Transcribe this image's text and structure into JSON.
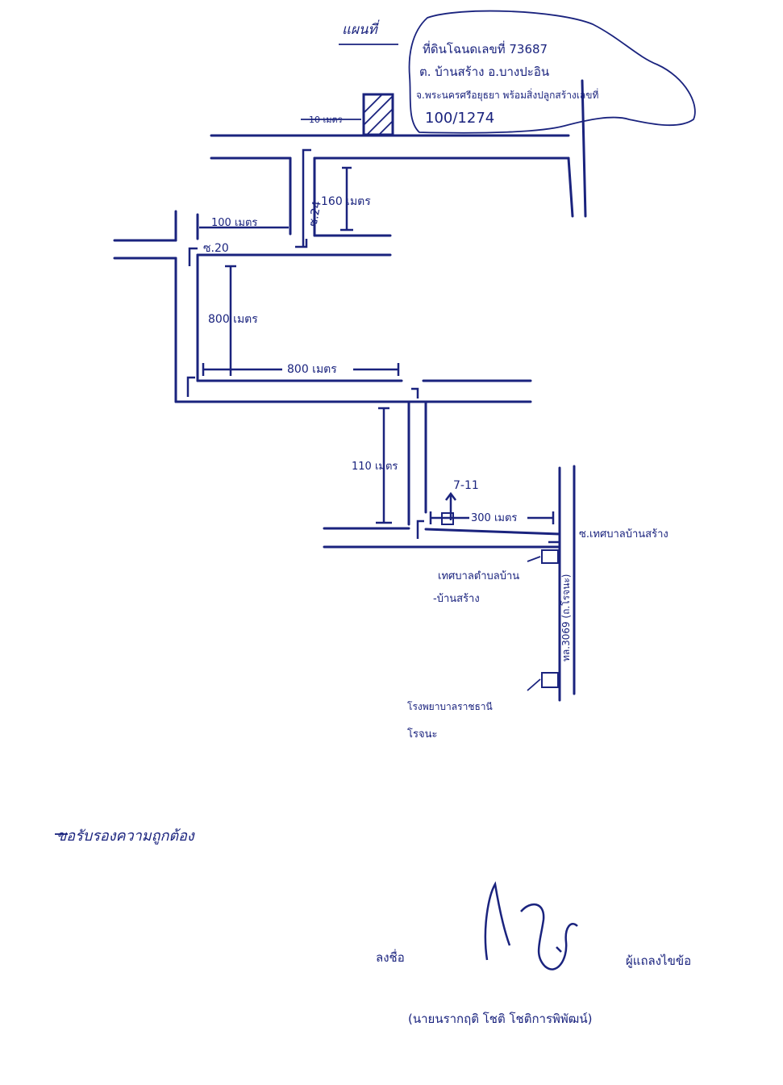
{
  "map": {
    "title": "แผนที่",
    "land_note": {
      "line1": "ที่ดินโฉนดเลขที่ 73687",
      "line2": "ต. บ้านสร้าง อ.บางปะอิน",
      "line3": "จ.พระนครศรีอยุธยา พร้อมสิ่งปลูกสร้างเลขที่",
      "line4": "100/1274"
    },
    "distances": {
      "top_10m": "10 เมตร",
      "right_160m": "160 เมตร",
      "left_100m": "100 เมตร",
      "vertical_800m": "800 เมตร",
      "horizontal_800m": "800 เมตร",
      "vertical_110m": "110 เมตร",
      "bottom_300m": "300 เมตร"
    },
    "soi": {
      "soi_24": "ซ.24",
      "soi_20": "ซ.20",
      "soi_municipal": "ซ.เทศบาลบ้านสร้าง"
    },
    "road_3069": "ทล.3069 (ถ.โรจนะ)",
    "landmarks": {
      "seven_eleven": "7-11",
      "office_line1": "เทศบาลตำบลบ้าน",
      "office_line2": "-บ้านสร้าง",
      "hospital_line1": "โรงพยาบาลราชธานี",
      "hospital_line2": "โรจนะ"
    },
    "colors": {
      "ink": "#1a237e"
    }
  },
  "certification": {
    "statement": "ขอรับรองความถูกต้อง",
    "sign_prefix": "ลงชื่อ",
    "sign_role": "ผู้แถลงไขข้อ",
    "name": "(นายนรากฤติ โชติ โชติการพิพัฒน์)"
  }
}
